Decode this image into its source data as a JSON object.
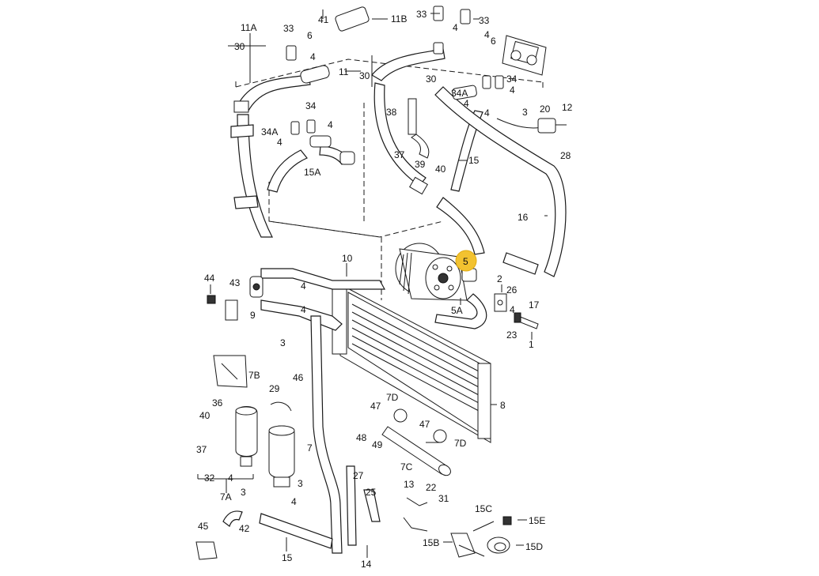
{
  "diagram": {
    "highlight_color": "#f2c230",
    "highlighted_label": "5",
    "labels": [
      {
        "id": "lbl-41",
        "text": "41"
      },
      {
        "id": "lbl-6-top",
        "text": "6"
      },
      {
        "id": "lbl-11b",
        "text": "11B"
      },
      {
        "id": "lbl-33-a",
        "text": "33"
      },
      {
        "id": "lbl-4-a",
        "text": "4"
      },
      {
        "id": "lbl-33-b",
        "text": "33"
      },
      {
        "id": "lbl-4-b",
        "text": "4"
      },
      {
        "id": "lbl-6-right",
        "text": "6"
      },
      {
        "id": "lbl-11a",
        "text": "11A"
      },
      {
        "id": "lbl-30-left",
        "text": "30"
      },
      {
        "id": "lbl-33-left",
        "text": "33"
      },
      {
        "id": "lbl-4-left",
        "text": "4"
      },
      {
        "id": "lbl-11",
        "text": "11"
      },
      {
        "id": "lbl-30-mid",
        "text": "30"
      },
      {
        "id": "lbl-30-mid2",
        "text": "30"
      },
      {
        "id": "lbl-34-right",
        "text": "34"
      },
      {
        "id": "lbl-4-right1",
        "text": "4"
      },
      {
        "id": "lbl-34a-right",
        "text": "34A"
      },
      {
        "id": "lbl-4-right2",
        "text": "4"
      },
      {
        "id": "lbl-4-right3",
        "text": "4"
      },
      {
        "id": "lbl-3-right",
        "text": "3"
      },
      {
        "id": "lbl-20",
        "text": "20"
      },
      {
        "id": "lbl-12",
        "text": "12"
      },
      {
        "id": "lbl-28",
        "text": "28"
      },
      {
        "id": "lbl-34-left",
        "text": "34"
      },
      {
        "id": "lbl-4-left2",
        "text": "4"
      },
      {
        "id": "lbl-34a-left",
        "text": "34A"
      },
      {
        "id": "lbl-4-left3",
        "text": "4"
      },
      {
        "id": "lbl-15a",
        "text": "15A"
      },
      {
        "id": "lbl-38",
        "text": "38"
      },
      {
        "id": "lbl-37-top",
        "text": "37"
      },
      {
        "id": "lbl-39",
        "text": "39"
      },
      {
        "id": "lbl-40-top",
        "text": "40"
      },
      {
        "id": "lbl-15",
        "text": "15"
      },
      {
        "id": "lbl-16",
        "text": "16"
      },
      {
        "id": "lbl-10",
        "text": "10"
      },
      {
        "id": "lbl-5",
        "text": "5"
      },
      {
        "id": "lbl-5a",
        "text": "5A"
      },
      {
        "id": "lbl-2",
        "text": "2"
      },
      {
        "id": "lbl-26",
        "text": "26"
      },
      {
        "id": "lbl-4-comp",
        "text": "4"
      },
      {
        "id": "lbl-17",
        "text": "17"
      },
      {
        "id": "lbl-23",
        "text": "23"
      },
      {
        "id": "lbl-1",
        "text": "1"
      },
      {
        "id": "lbl-44",
        "text": "44"
      },
      {
        "id": "lbl-43",
        "text": "43"
      },
      {
        "id": "lbl-9",
        "text": "9"
      },
      {
        "id": "lbl-4-cond1",
        "text": "4"
      },
      {
        "id": "lbl-4-cond2",
        "text": "4"
      },
      {
        "id": "lbl-3-cond",
        "text": "3"
      },
      {
        "id": "lbl-7b",
        "text": "7B"
      },
      {
        "id": "lbl-46",
        "text": "46"
      },
      {
        "id": "lbl-29",
        "text": "29"
      },
      {
        "id": "lbl-8",
        "text": "8"
      },
      {
        "id": "lbl-36",
        "text": "36"
      },
      {
        "id": "lbl-40-low",
        "text": "40"
      },
      {
        "id": "lbl-37-low",
        "text": "37"
      },
      {
        "id": "lbl-32",
        "text": "32"
      },
      {
        "id": "lbl-4-dryer",
        "text": "4"
      },
      {
        "id": "lbl-7",
        "text": "7"
      },
      {
        "id": "lbl-7d-top",
        "text": "7D"
      },
      {
        "id": "lbl-47-a",
        "text": "47"
      },
      {
        "id": "lbl-47-b",
        "text": "47"
      },
      {
        "id": "lbl-48",
        "text": "48"
      },
      {
        "id": "lbl-49",
        "text": "49"
      },
      {
        "id": "lbl-7d-right",
        "text": "7D"
      },
      {
        "id": "lbl-7c",
        "text": "7C"
      },
      {
        "id": "lbl-3-low",
        "text": "3"
      },
      {
        "id": "lbl-3-low2",
        "text": "3"
      },
      {
        "id": "lbl-4-low",
        "text": "4"
      },
      {
        "id": "lbl-7a",
        "text": "7A"
      },
      {
        "id": "lbl-27",
        "text": "27"
      },
      {
        "id": "lbl-25",
        "text": "25"
      },
      {
        "id": "lbl-13",
        "text": "13"
      },
      {
        "id": "lbl-22",
        "text": "22"
      },
      {
        "id": "lbl-31",
        "text": "31"
      },
      {
        "id": "lbl-15c",
        "text": "15C"
      },
      {
        "id": "lbl-15e",
        "text": "15E"
      },
      {
        "id": "lbl-15b",
        "text": "15B"
      },
      {
        "id": "lbl-15d",
        "text": "15D"
      },
      {
        "id": "lbl-45",
        "text": "45"
      },
      {
        "id": "lbl-42",
        "text": "42"
      },
      {
        "id": "lbl-15-low",
        "text": "15"
      },
      {
        "id": "lbl-14",
        "text": "14"
      }
    ]
  }
}
